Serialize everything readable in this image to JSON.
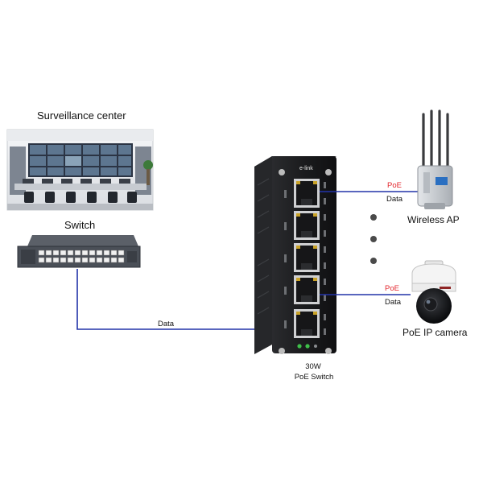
{
  "labels": {
    "surveillance_center": "Surveillance center",
    "switch": "Switch",
    "data_main": "Data",
    "poe_top": "PoE",
    "data_top": "Data",
    "poe_bottom": "PoE",
    "data_bottom": "Data",
    "wireless_ap": "Wireless AP",
    "ip_camera": "PoE IP camera",
    "poe_switch_power": "30W",
    "poe_switch_name": "PoE Switch",
    "switch_brand": "e-link"
  },
  "colors": {
    "data_line": "#2233a8",
    "poe_line": "#e3262d",
    "switch_body": "#1b1b1d",
    "ap_body": "#cfd3d8",
    "camera_body": "#f2f2f2"
  },
  "icons": [
    "surveillance-room-photo",
    "network-switch-icon",
    "poe-switch-device",
    "wireless-ap-icon",
    "dome-camera-icon"
  ]
}
